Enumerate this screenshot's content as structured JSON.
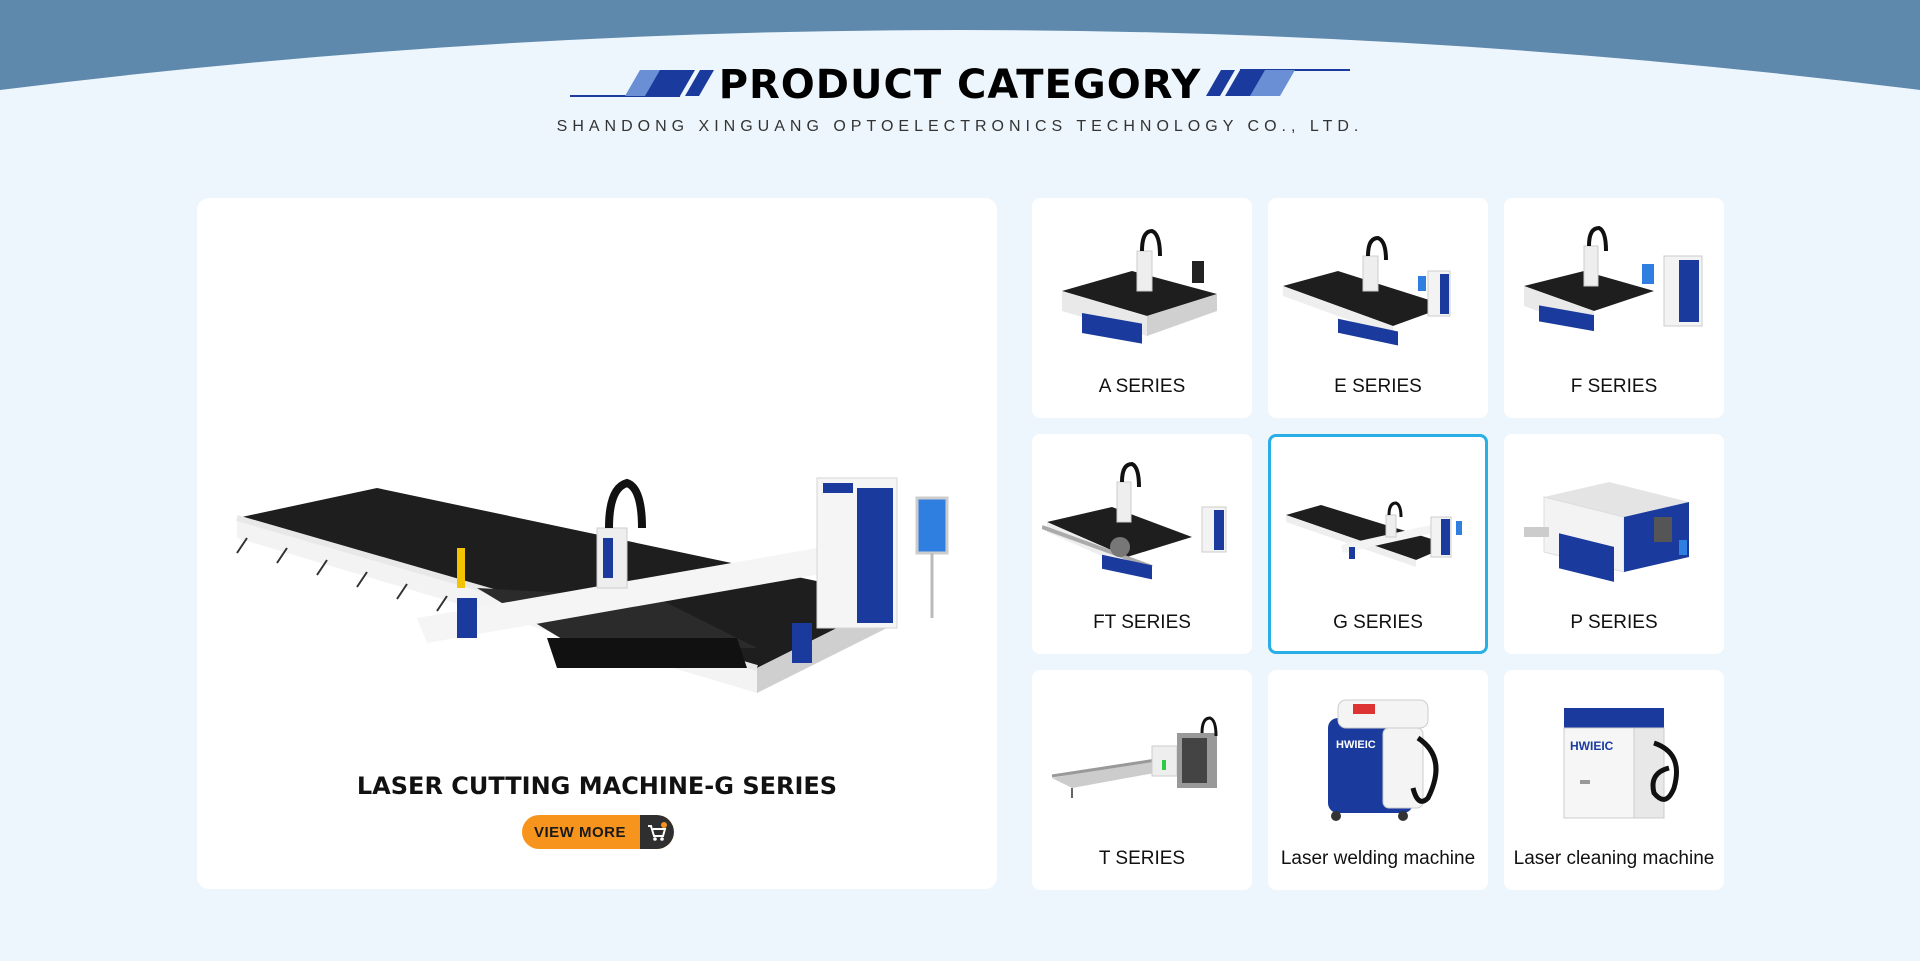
{
  "header": {
    "title": "PRODUCT CATEGORY",
    "subtitle": "SHANDONG XINGUANG OPTOELECTRONICS TECHNOLOGY CO., LTD."
  },
  "colors": {
    "top_band": "#5f88ad",
    "page_bg": "#edf6fc",
    "accent_blue": "#1a3a9e",
    "button_orange": "#f7941d",
    "active_border": "#29aee6"
  },
  "feature": {
    "title": "LASER CUTTING MACHINE-G SERIES",
    "button_label": "VIEW MORE",
    "button_icon": "cart-icon"
  },
  "categories": [
    {
      "label": "A SERIES",
      "active": false
    },
    {
      "label": "E SERIES",
      "active": false
    },
    {
      "label": "F SERIES",
      "active": false
    },
    {
      "label": "FT SERIES",
      "active": false
    },
    {
      "label": "G SERIES",
      "active": true
    },
    {
      "label": "P SERIES",
      "active": false
    },
    {
      "label": "T SERIES",
      "active": false
    },
    {
      "label": "Laser welding machine",
      "active": false
    },
    {
      "label": "Laser cleaning machine",
      "active": false
    }
  ]
}
